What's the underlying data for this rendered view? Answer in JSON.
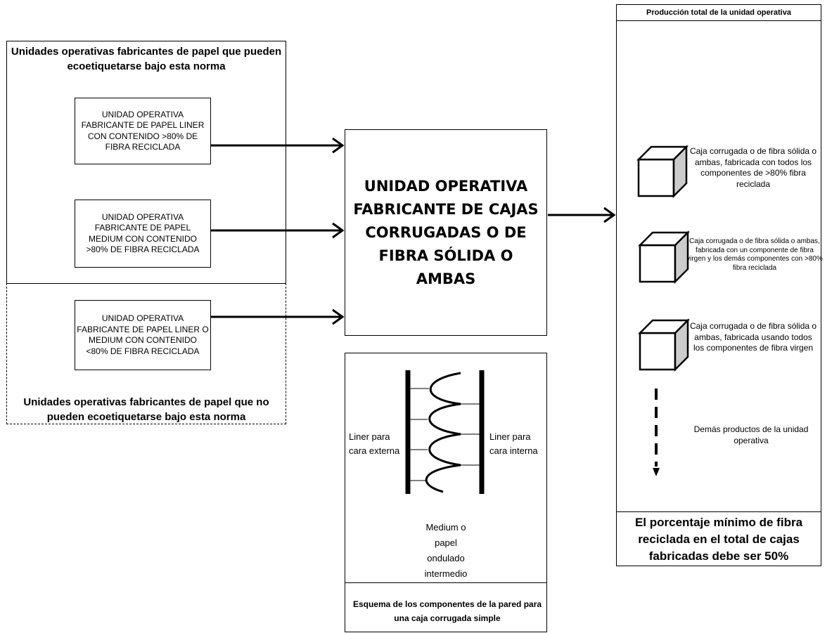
{
  "left_group": {
    "eligible_title": "Unidades operativas fabricantes de papel que pueden ecoetiquetarse bajo esta norma",
    "noneligible_title": "Unidades operativas fabricantes de papel que no pueden ecoetiquetarse bajo esta norma",
    "unit_liner": "UNIDAD OPERATIVA FABRICANTE DE PAPEL LINER CON CONTENIDO >80% DE FIBRA RECICLADA",
    "unit_medium": "UNIDAD OPERATIVA FABRICANTE DE PAPEL MEDIUM CON CONTENIDO >80% DE FIBRA RECICLADA",
    "unit_low": "UNIDAD OPERATIVA FABRICANTE DE PAPEL LINER O MEDIUM CON CONTENIDO <80% DE FIBRA RECICLADA"
  },
  "center": {
    "title": "UNIDAD OPERATIVA FABRICANTE DE CAJAS CORRUGADAS O DE FIBRA SÓLIDA O AMBAS"
  },
  "schema": {
    "liner_external": "Liner para cara externa",
    "liner_internal": "Liner para cara interna",
    "medium": "Medium o papel ondulado intermedio",
    "caption": "Esquema de los componentes de la pared para una caja corrugada simple"
  },
  "output": {
    "title": "Producción total de la unidad operativa",
    "item1": "Caja corrugada o de fibra sólida o ambas, fabricada con todos los componentes de >80% fibra reciclada",
    "item2": "Caja corrugada o de fibra sólida o ambas, fabricada con un componente de fibra virgen y los demás componentes con >80% fibra reciclada",
    "item3": "Caja corrugada o de fibra sólida o ambas, fabricada usando todos los componentes de fibra virgen",
    "item4": "Demás productos de la unidad operativa",
    "footer": "El porcentaje mínimo de fibra reciclada en el total de cajas fabricadas debe ser 50%"
  },
  "icons": {
    "arrow": "arrow-right-icon",
    "box": "box-3d-icon",
    "down": "dashed-arrow-down-icon"
  }
}
